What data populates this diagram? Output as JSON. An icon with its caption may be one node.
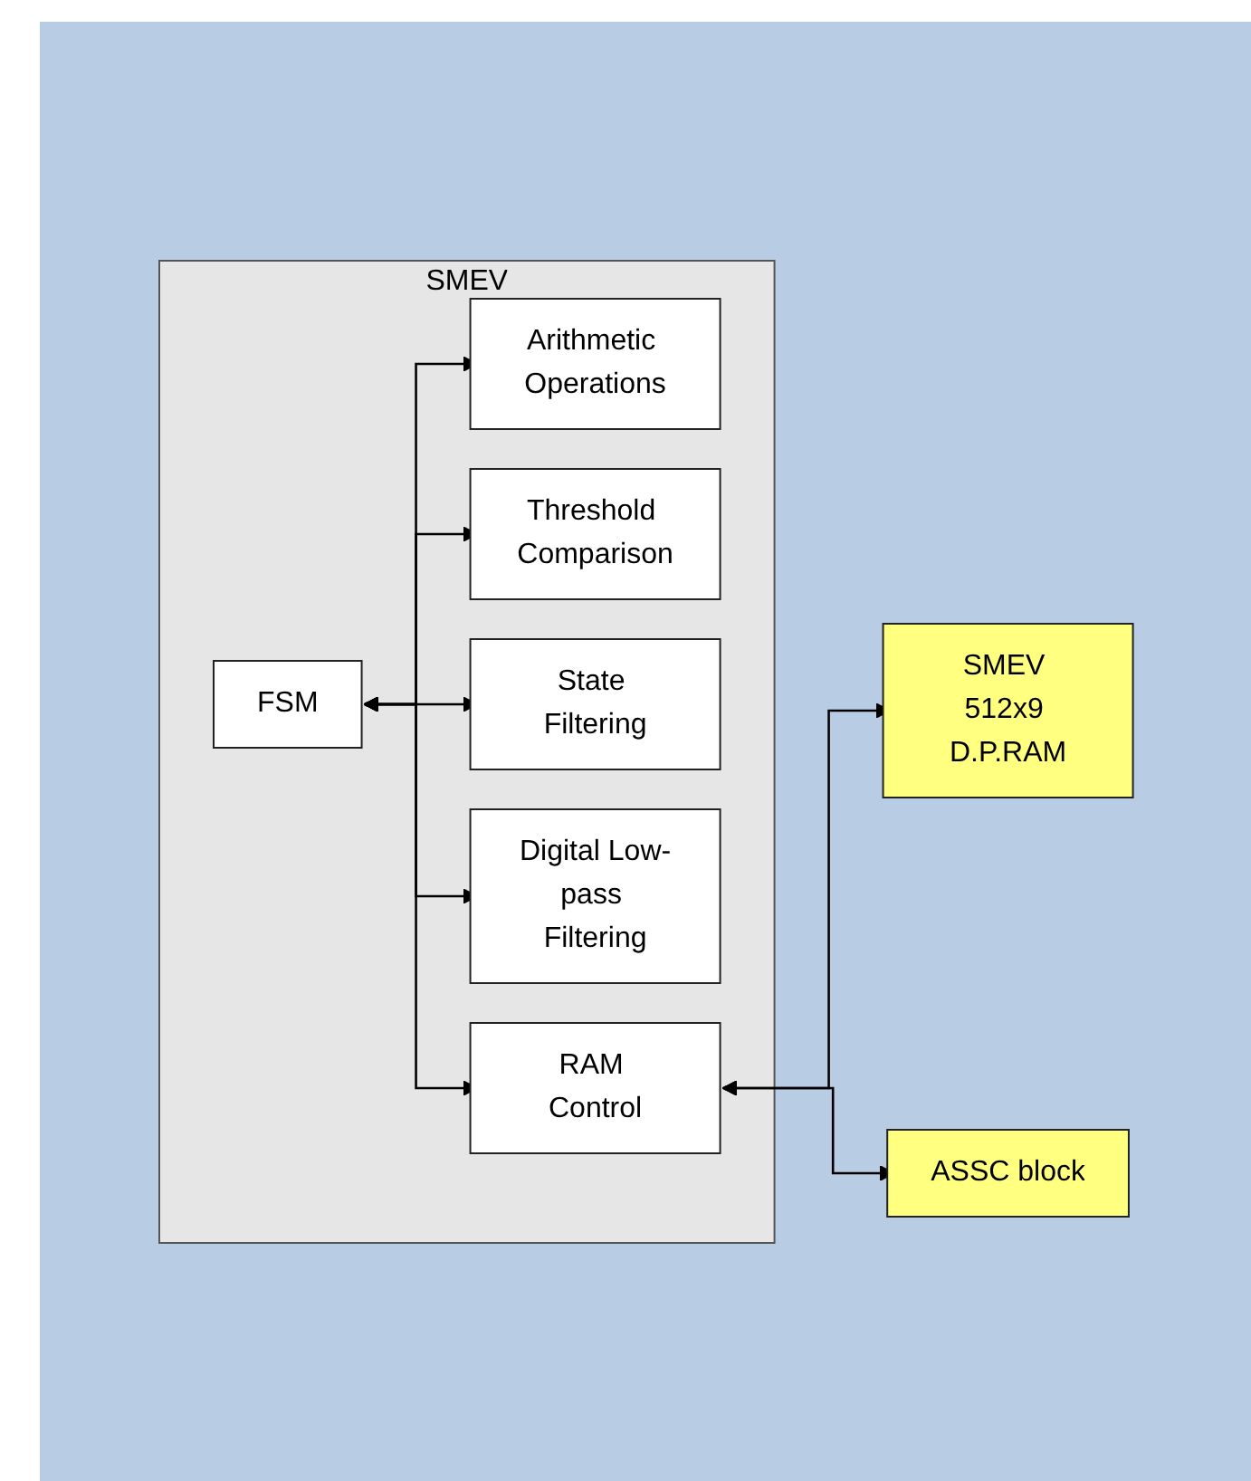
{
  "diagram": {
    "nodes": [
      {
        "text": [
          "SMEV"
        ]
      },
      {
        "text": [
          "FSM"
        ],
        "in": 0
      },
      {
        "text": [
          "Arithmetic Operations"
        ],
        "in": 0
      },
      {
        "text": [
          "Threshold Comparison"
        ],
        "in": 0
      },
      {
        "text": [
          "State Filtering"
        ],
        "in": 0
      },
      {
        "text": [
          "Digital Low-pass Filtering"
        ],
        "in": 0
      },
      {
        "text": [
          "RAM Control"
        ],
        "in": 0
      },
      {
        "text": [
          "SMEV 512x9 D.P.RAM"
        ]
      },
      {
        "text": [
          "ASSC block"
        ]
      }
    ],
    "edges": [
      {
        "from": 1,
        "to": 2,
        "arrow": "both"
      },
      {
        "from": 1,
        "to": 3,
        "arrow": "both"
      },
      {
        "from": 1,
        "to": 4,
        "arrow": "both"
      },
      {
        "from": 1,
        "to": 5,
        "arrow": "both"
      },
      {
        "from": 1,
        "to": 6,
        "arrow": "both"
      },
      {
        "from": 6,
        "to": 7,
        "arrow": "both"
      },
      {
        "from": 6,
        "to": 8,
        "arrow": "both"
      }
    ]
  }
}
